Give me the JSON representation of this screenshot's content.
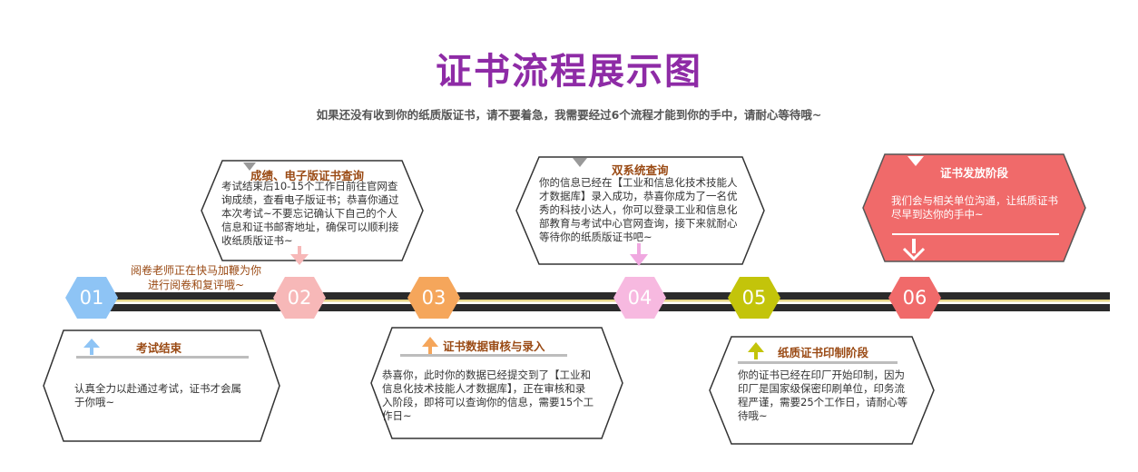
{
  "title": "证书流程展示图",
  "subtitle": "如果还没有收到你的纸质版证书，请不要着急，我需要经过6个流程才能到你的手中，请耐心等待哦~",
  "colors": {
    "title": "#8e2ba6",
    "step_title": "#9a4a14",
    "track": "#2b2b2b",
    "track_stripe": "#e8d88a",
    "highlight_box": "#f06a6a"
  },
  "steps": [
    {
      "number": "01",
      "color": "#8ec4f5",
      "title": "考试结束",
      "text": "认真全力以赴通过考试，证书才会属于你哦~",
      "arrow": "up-arrow-icon",
      "arrow_color": "#8ec4f5"
    },
    {
      "number": "02",
      "color": "#f7b8b8",
      "note": "阅卷老师正在快马加鞭为你进行阅卷和复评哦~",
      "note_lines": [
        "阅卷老师正在快马加鞭为你",
        "进行阅卷和复评哦~"
      ]
    },
    {
      "number": "03",
      "color": "#f5a65b",
      "title": "证书数据审核与录入",
      "text": "恭喜你，此时你的数据已经提交到了【工业和信息化技术技能人才数据库】，正在审核和录入阶段，即将可以查询你的信息，需要15个工作日~",
      "arrow": "up-arrow-icon",
      "arrow_color": "#f5a65b"
    },
    {
      "number": "04",
      "color": "#f7b9e0"
    },
    {
      "number": "05",
      "color": "#c3c40a",
      "title": "纸质证书印制阶段",
      "text": "你的证书已经在印厂开始印制，因为印厂是国家级保密印刷单位，印务流程严谨，需要25个工作日，请耐心等待哦~",
      "arrow": "up-arrow-icon",
      "arrow_color": "#c3c40a"
    },
    {
      "number": "06",
      "color": "#f06a6a"
    }
  ],
  "upper_boxes": [
    {
      "title": "成绩、电子版证书查询",
      "text": "考试结束后10-15个工作日前往官网查询成绩，查看电子版证书；恭喜你通过本次考试~不要忘记确认下自己的个人信息和证书邮寄地址，确保可以顺利接收纸质版证书~"
    },
    {
      "title": "双系统查询",
      "text": "你的信息已经在【工业和信息化技术技能人才数据库】录入成功，恭喜你成为了一名优秀的科技小达人，你可以登录工业和信息化部教育与考试中心官网查询，接下来就耐心等待你的纸质版证书吧~"
    },
    {
      "title": "证书发放阶段",
      "text": "我们会与相关单位沟通，让纸质证书尽早到达你的手中~"
    }
  ]
}
